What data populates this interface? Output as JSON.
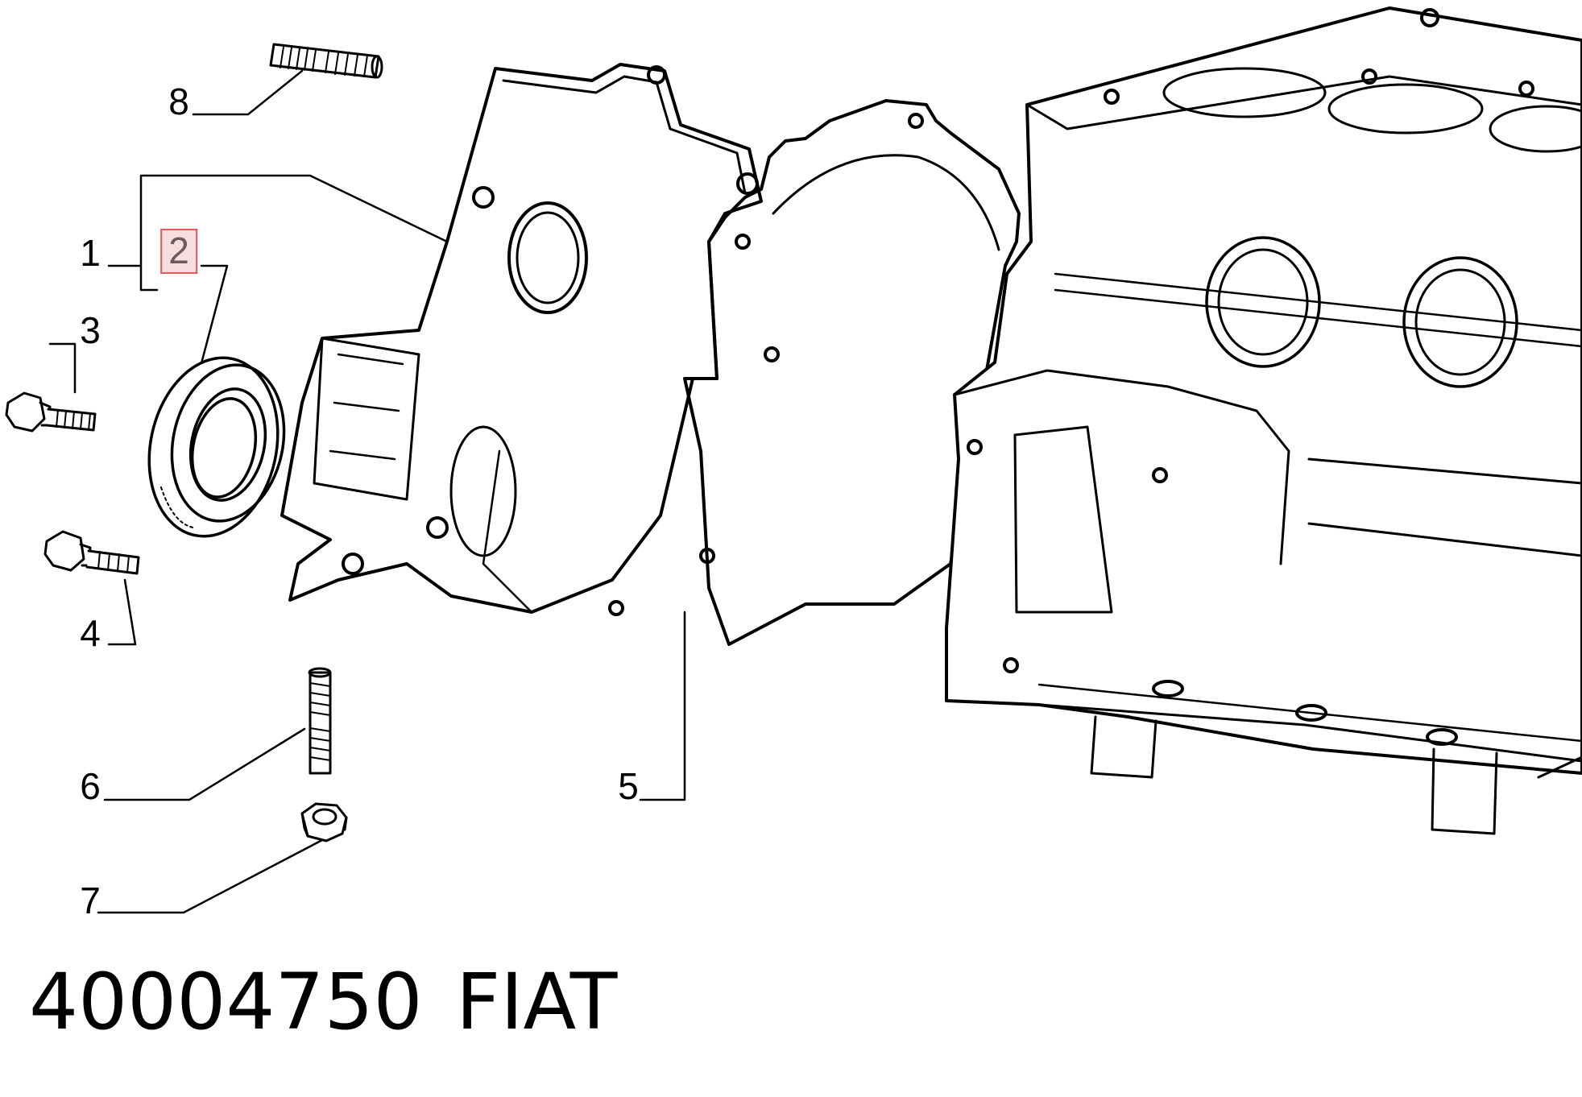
{
  "callouts": [
    {
      "id": "1",
      "label": "1"
    },
    {
      "id": "2",
      "label": "2",
      "highlighted": true
    },
    {
      "id": "3",
      "label": "3"
    },
    {
      "id": "4",
      "label": "4"
    },
    {
      "id": "5",
      "label": "5"
    },
    {
      "id": "6",
      "label": "6"
    },
    {
      "id": "7",
      "label": "7"
    },
    {
      "id": "8",
      "label": "8"
    }
  ],
  "caption": {
    "part_number": "40004750",
    "brand": "FIAT"
  },
  "colors": {
    "line": "#000000",
    "highlight_border": "#e05a5a",
    "highlight_fill": "#f7dddd",
    "highlight_text": "#6a5a5a"
  },
  "icons": [
    "stud-icon",
    "bolt-icon",
    "nut-icon",
    "oil-seal-icon",
    "timing-cover-icon",
    "gasket-icon",
    "engine-block-icon"
  ]
}
